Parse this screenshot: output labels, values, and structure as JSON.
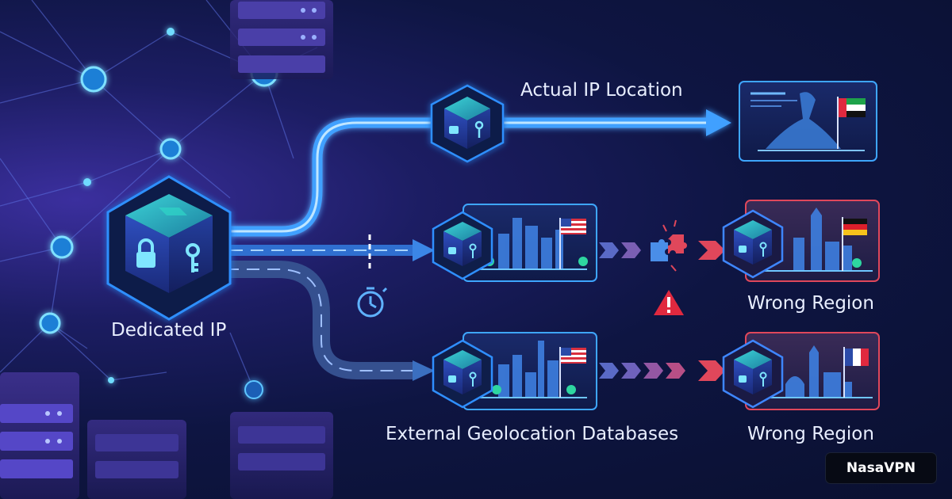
{
  "labels": {
    "actual_ip_location": "Actual IP Location",
    "dedicated_ip": "Dedicated IP",
    "wrong_region_1": "Wrong Region",
    "wrong_region_2": "Wrong Region",
    "external_geolocation_databases": "External Geolocation Databases"
  },
  "brand": "NasaVPN",
  "flags": {
    "actual": "uae-flag",
    "db_1": "usa-flag",
    "db_2": "usa-flag",
    "wrong_1": "germany-flag",
    "wrong_2": "france-flag"
  },
  "icons": [
    "padlock-icon",
    "key-icon",
    "stopwatch-icon",
    "broken-puzzle-icon",
    "warning-icon"
  ],
  "colors": {
    "background": "#0b1230",
    "correct_path": "#3fa0ff",
    "wrong_border": "#e0475b",
    "node_glow": "#2fb3ff"
  }
}
